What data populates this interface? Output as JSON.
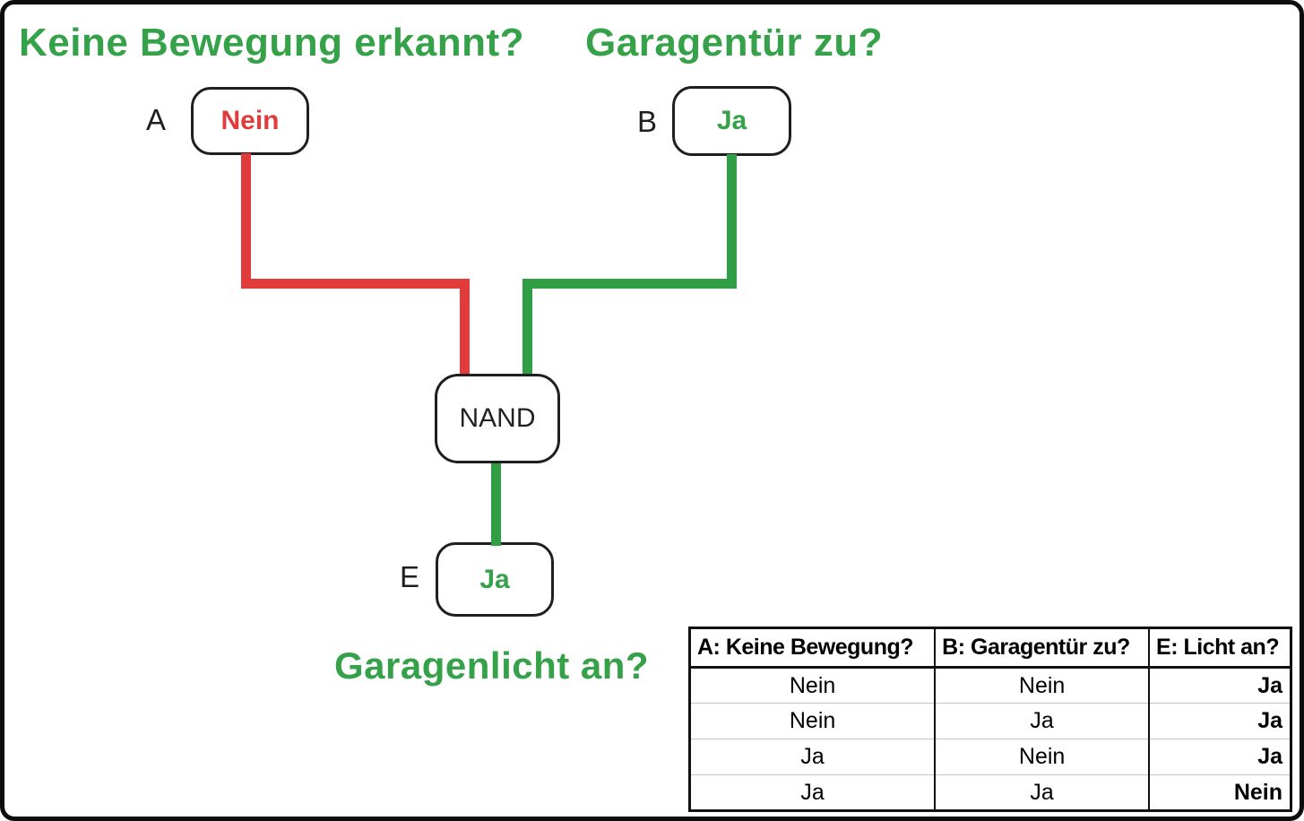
{
  "colors": {
    "green": "#35a24a",
    "red": "#e23b3b",
    "wire_green": "#2f9e45",
    "wire_red": "#e23b3b",
    "black": "#1f1f1f"
  },
  "titles": {
    "question_a": "Keine Bewegung erkannt?",
    "question_b": "Garagentür zu?",
    "question_e": "Garagenlicht an?"
  },
  "nodes": {
    "a": {
      "label": "A",
      "value": "Nein"
    },
    "b": {
      "label": "B",
      "value": "Ja"
    },
    "gate": {
      "label": "NAND"
    },
    "e": {
      "label": "E",
      "value": "Ja"
    }
  },
  "truth_table": {
    "headers": [
      "A: Keine Bewegung?",
      "B: Garagentür zu?",
      "E: Licht an?"
    ],
    "rows": [
      [
        "Nein",
        "Nein",
        "Ja"
      ],
      [
        "Nein",
        "Ja",
        "Ja"
      ],
      [
        "Ja",
        "Nein",
        "Ja"
      ],
      [
        "Ja",
        "Ja",
        "Nein"
      ]
    ]
  }
}
